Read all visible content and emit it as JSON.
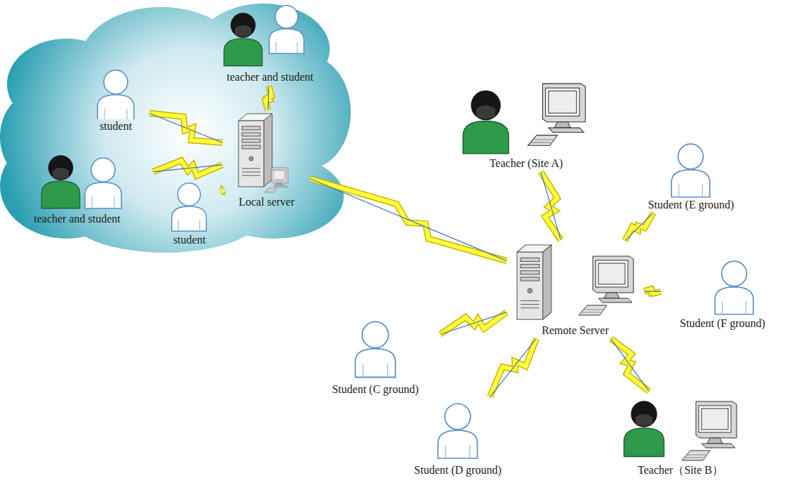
{
  "diagram": {
    "nodes": [
      {
        "text": [
          "teacher and student"
        ]
      },
      {
        "text": [
          "student"
        ]
      },
      {
        "text": [
          "teacher and student"
        ]
      },
      {
        "text": [
          "student"
        ]
      },
      {
        "text": [
          "Local server"
        ]
      },
      {
        "text": [
          "Teacher (Site A)"
        ]
      },
      {
        "text": [
          "Student (E ground)"
        ]
      },
      {
        "text": [
          "Remote Server"
        ]
      },
      {
        "text": [
          "Student (F ground)"
        ]
      },
      {
        "text": [
          "Student (C ground)"
        ]
      },
      {
        "text": [
          "Teacher（Site B）"
        ]
      },
      {
        "text": [
          "Student (D ground)"
        ]
      }
    ],
    "edges": [
      {
        "from": 0,
        "to": 4,
        "arrow": "none"
      },
      {
        "from": 1,
        "to": 4,
        "arrow": "none"
      },
      {
        "from": 2,
        "to": 4,
        "arrow": "none"
      },
      {
        "from": 3,
        "to": 4,
        "arrow": "none"
      },
      {
        "from": 4,
        "to": 7,
        "arrow": "none"
      },
      {
        "from": 5,
        "to": 7,
        "arrow": "none"
      },
      {
        "from": 6,
        "to": 7,
        "arrow": "none"
      },
      {
        "from": 8,
        "to": 7,
        "arrow": "none"
      },
      {
        "from": 9,
        "to": 7,
        "arrow": "none"
      },
      {
        "from": 10,
        "to": 7,
        "arrow": "none"
      },
      {
        "from": 11,
        "to": 7,
        "arrow": "none"
      }
    ]
  }
}
